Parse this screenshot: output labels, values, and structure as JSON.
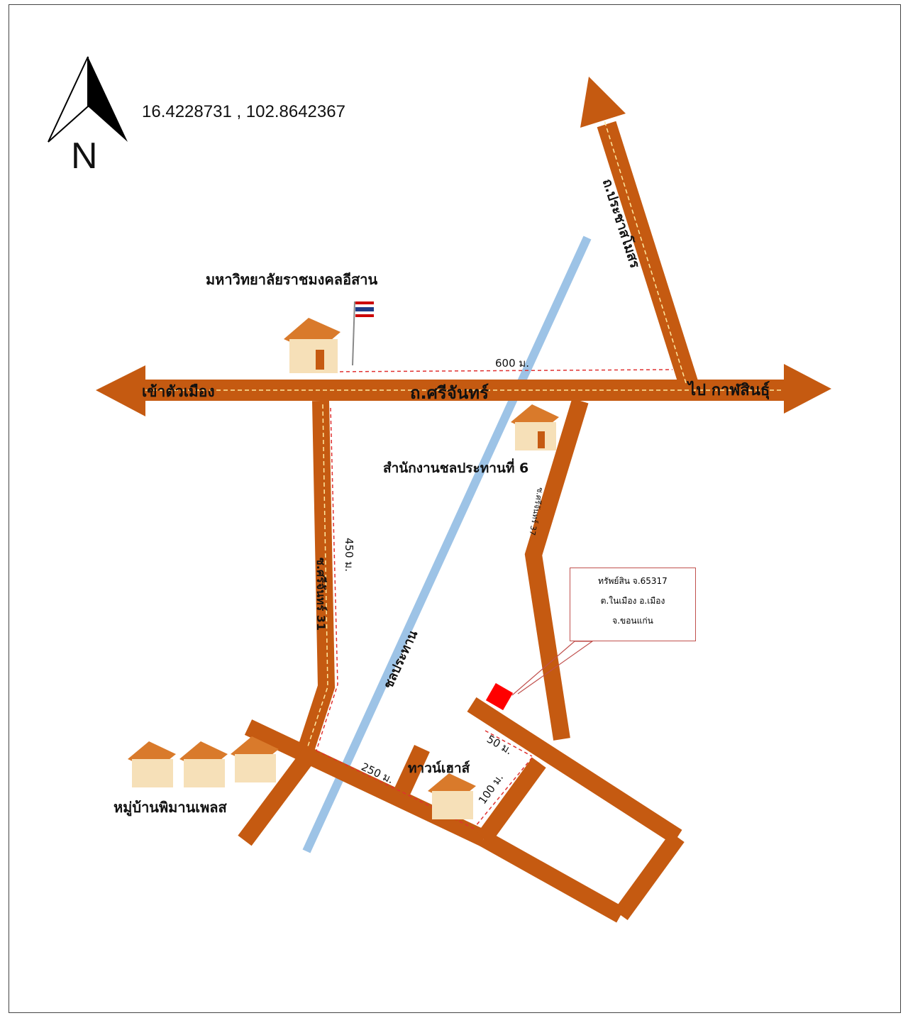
{
  "coordinates": "16.4228731 , 102.8642367",
  "north_label": "N",
  "roads": {
    "main": "ถ.ศรีจันทร์",
    "to_city": "เข้าตัวเมือง",
    "to_kalasin": "ไป กาฬสินธุ์",
    "prachasamosorn": "ถ.ประชาสโมสร",
    "soi31": "ซ.ศรีจันทร์ 31",
    "soi37": "ซ.ศรีจันทร์ 37",
    "canal": "ชลประทาน"
  },
  "places": {
    "university": "มหาวิทยาลัยราชมงคลอีสาน",
    "irrigation_office": "สำนักงานชลประทานที่ 6",
    "village": "หมู่บ้านพิมานเพลส",
    "townhouse": "ทาวน์เฮาส์"
  },
  "distances": {
    "d600": "600 ม.",
    "d450": "450 ม.",
    "d250": "250 ม.",
    "d50": "50 ม.",
    "d100": "100 ม."
  },
  "property": {
    "line1": "ทรัพย์สิน  จ.65317",
    "line2": "ต.ในเมือง อ.เมือง",
    "line3": "จ.ขอนแก่น"
  },
  "colors": {
    "road": "#c55a11",
    "canal": "#9dc3e6",
    "property": "#ff0000",
    "dimension": "#e03030"
  }
}
